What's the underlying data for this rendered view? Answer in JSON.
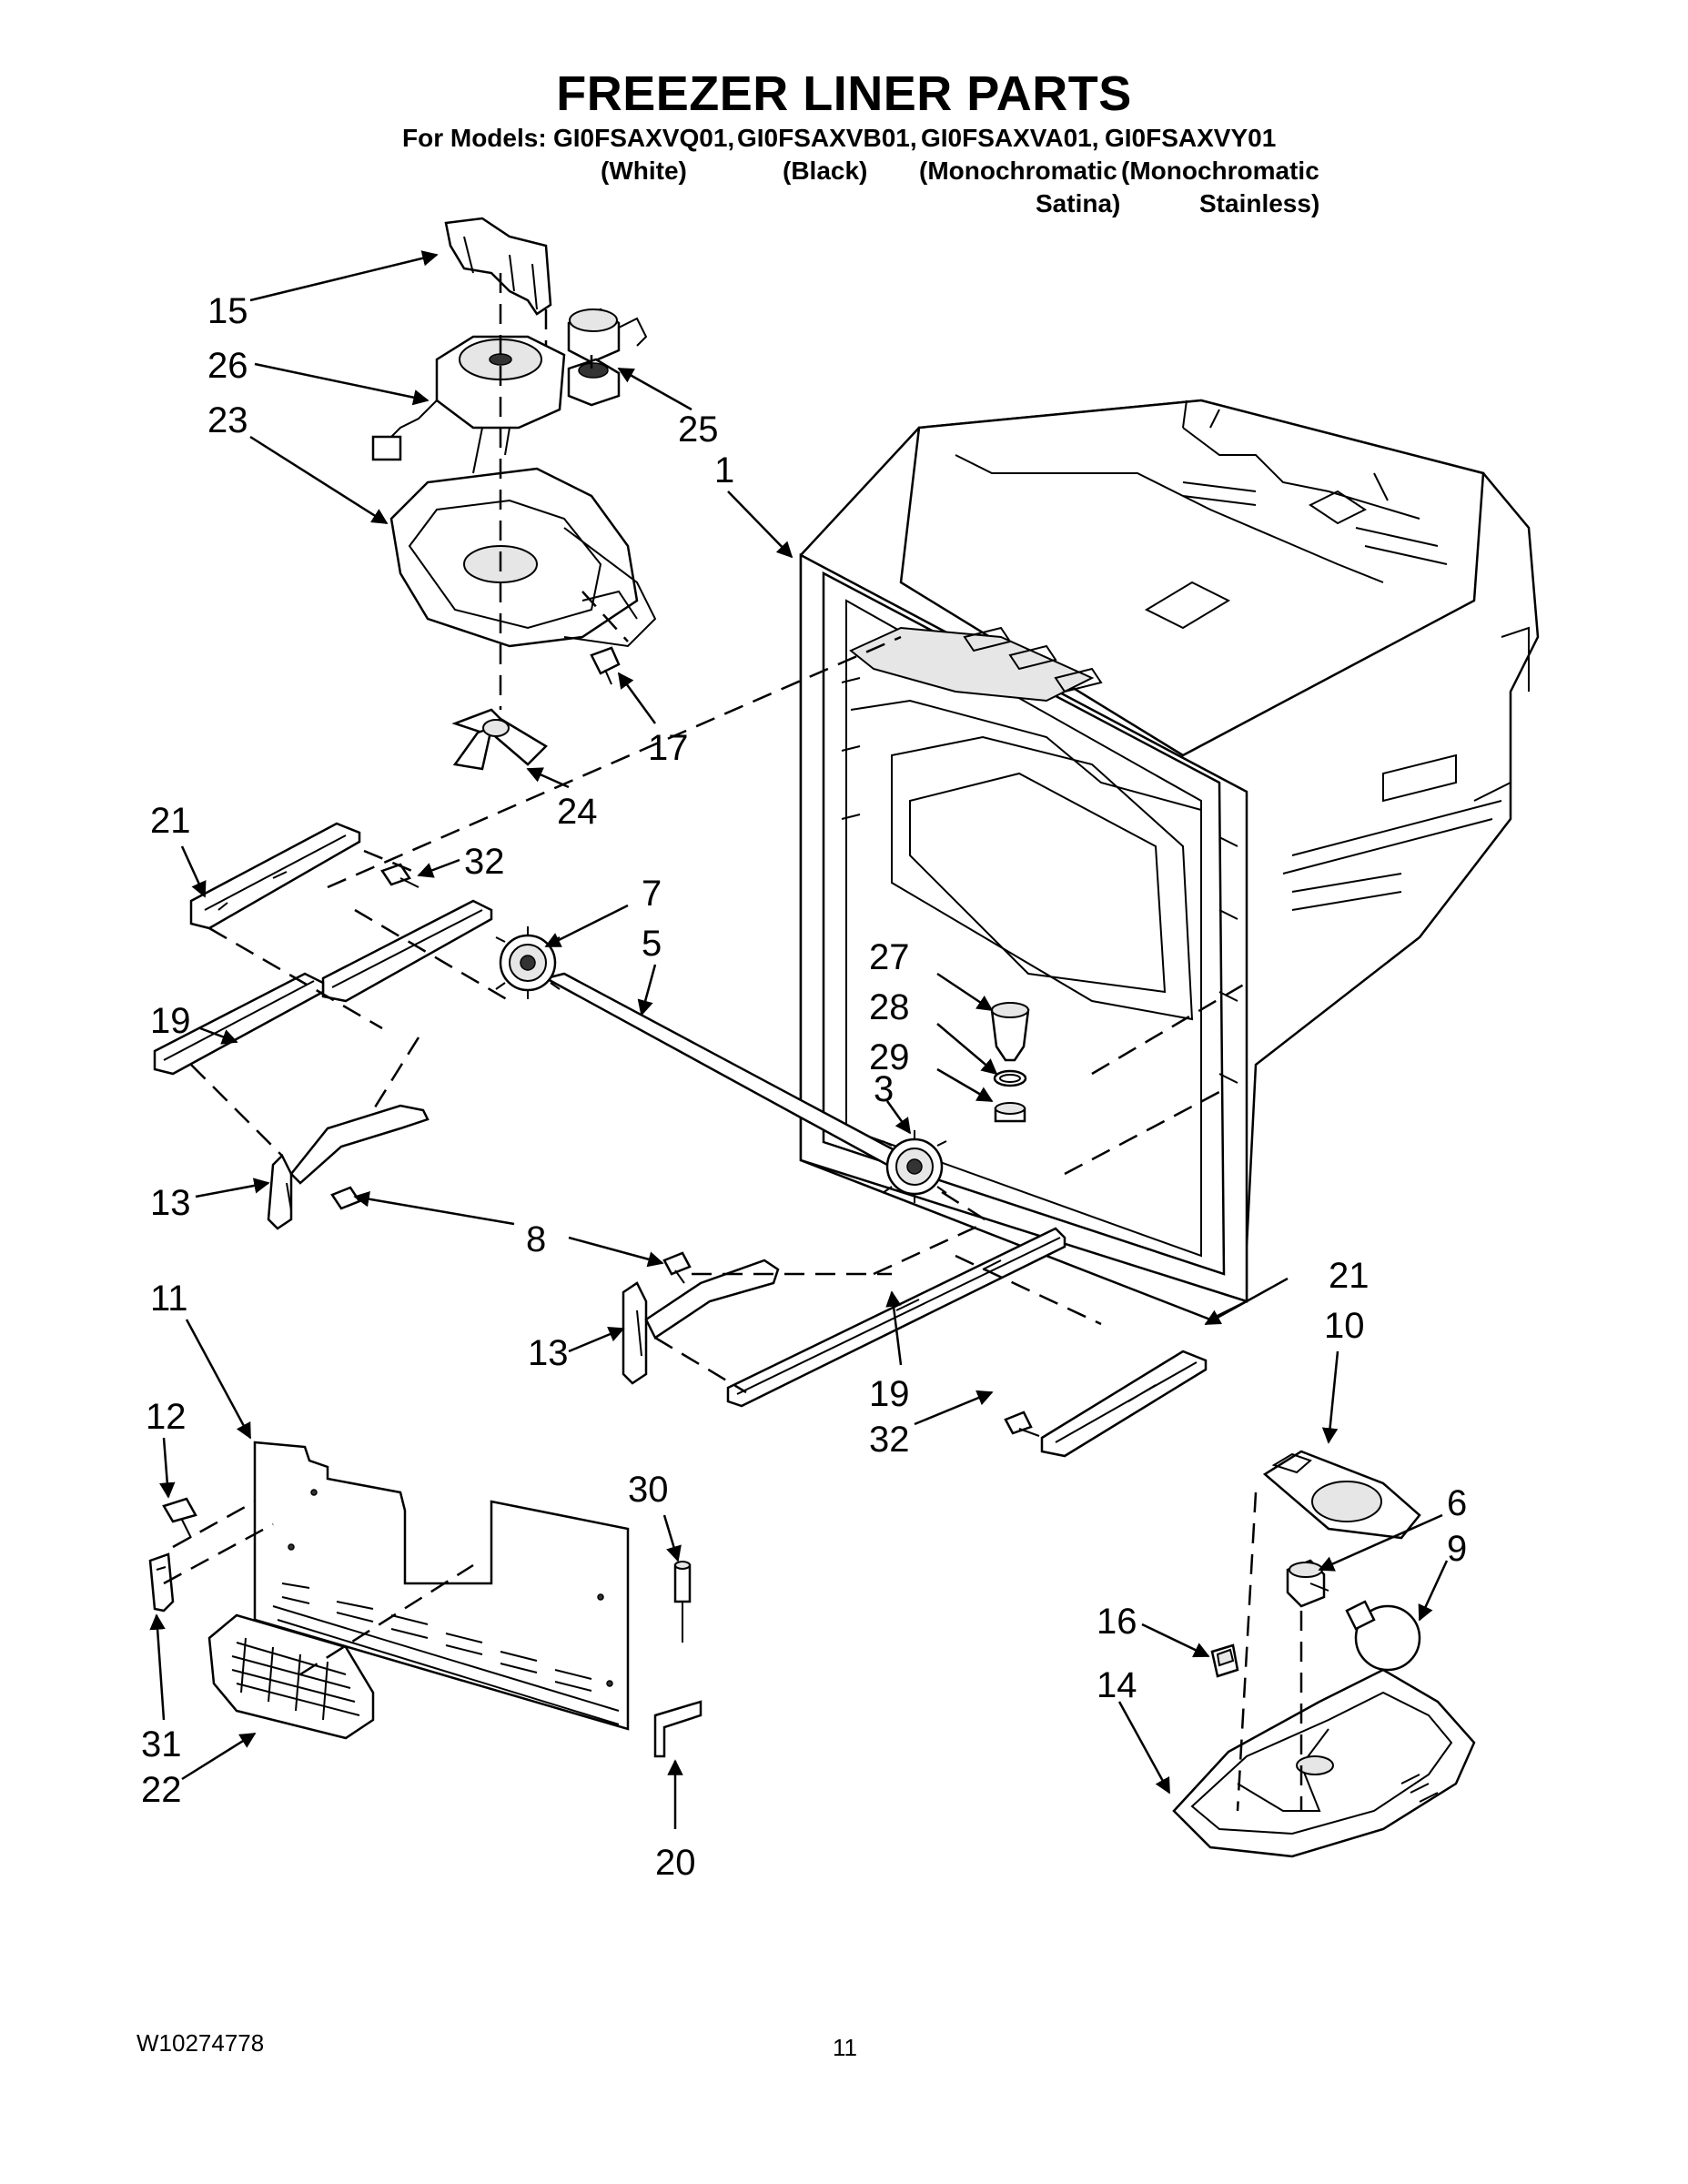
{
  "title": "FREEZER LINER PARTS",
  "models_prefix": "For Models:",
  "models": [
    {
      "number": "GI0FSAXVQ01,",
      "color_line1": "(White)",
      "color_line2": ""
    },
    {
      "number": "GI0FSAXVB01,",
      "color_line1": "(Black)",
      "color_line2": ""
    },
    {
      "number": "GI0FSAXVA01,",
      "color_line1": "(Monochromatic",
      "color_line2": "Satina)"
    },
    {
      "number": "GI0FSAXVY01",
      "color_line1": "(Monochromatic",
      "color_line2": "Stainless)"
    }
  ],
  "callouts": [
    "15",
    "26",
    "23",
    "25",
    "1",
    "17",
    "24",
    "21",
    "32",
    "7",
    "5",
    "19",
    "27",
    "28",
    "29",
    "3",
    "13",
    "8",
    "21",
    "10",
    "11",
    "12",
    "13",
    "19",
    "32",
    "30",
    "6",
    "9",
    "16",
    "14",
    "31",
    "22",
    "20"
  ],
  "footer": {
    "doc_number": "W10274778",
    "page_number": "11"
  }
}
